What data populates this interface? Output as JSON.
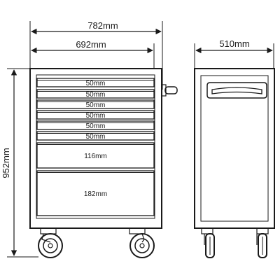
{
  "dimensions": {
    "total_width": "782mm",
    "body_width": "692mm",
    "depth": "510mm",
    "height": "952mm"
  },
  "drawers": [
    {
      "label": "50mm"
    },
    {
      "label": "50mm"
    },
    {
      "label": "50mm"
    },
    {
      "label": "50mm"
    },
    {
      "label": "50mm"
    },
    {
      "label": "50mm"
    },
    {
      "label": "116mm"
    },
    {
      "label": "182mm"
    }
  ],
  "colors": {
    "line": "#1a1a1a",
    "background": "#ffffff"
  }
}
